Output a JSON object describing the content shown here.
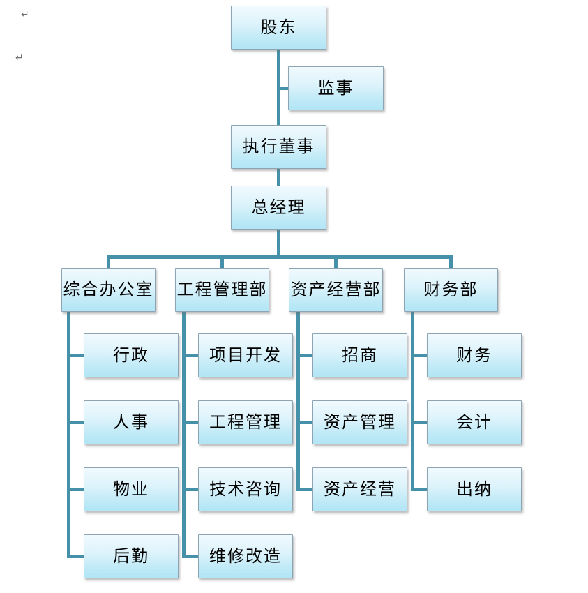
{
  "document": {
    "background_color": "#ffffff",
    "paragraph_marks": {
      "mark1": "↵",
      "mark2": "↵"
    }
  },
  "org_chart": {
    "type": "org-chart",
    "connector_color": "#4591a9",
    "box_border_color": "#8ea4b2",
    "box_gradient_top": "#f0fafe",
    "box_gradient_bottom": "#b2e5f5",
    "text_color": "#000000",
    "root": {
      "label": "股东"
    },
    "supervisor": {
      "label": "监事"
    },
    "executive_director": {
      "label": "执行董事"
    },
    "general_manager": {
      "label": "总经理"
    },
    "departments": [
      {
        "label": "综合办公室",
        "children": [
          "行政",
          "人事",
          "物业",
          "后勤"
        ]
      },
      {
        "label": "工程管理部",
        "children": [
          "项目开发",
          "工程管理",
          "技术咨询",
          "维修改造"
        ]
      },
      {
        "label": "资产经营部",
        "children": [
          "招商",
          "资产管理",
          "资产经营"
        ]
      },
      {
        "label": "财务部",
        "children": [
          "财务",
          "会计",
          "出纳"
        ]
      }
    ]
  }
}
